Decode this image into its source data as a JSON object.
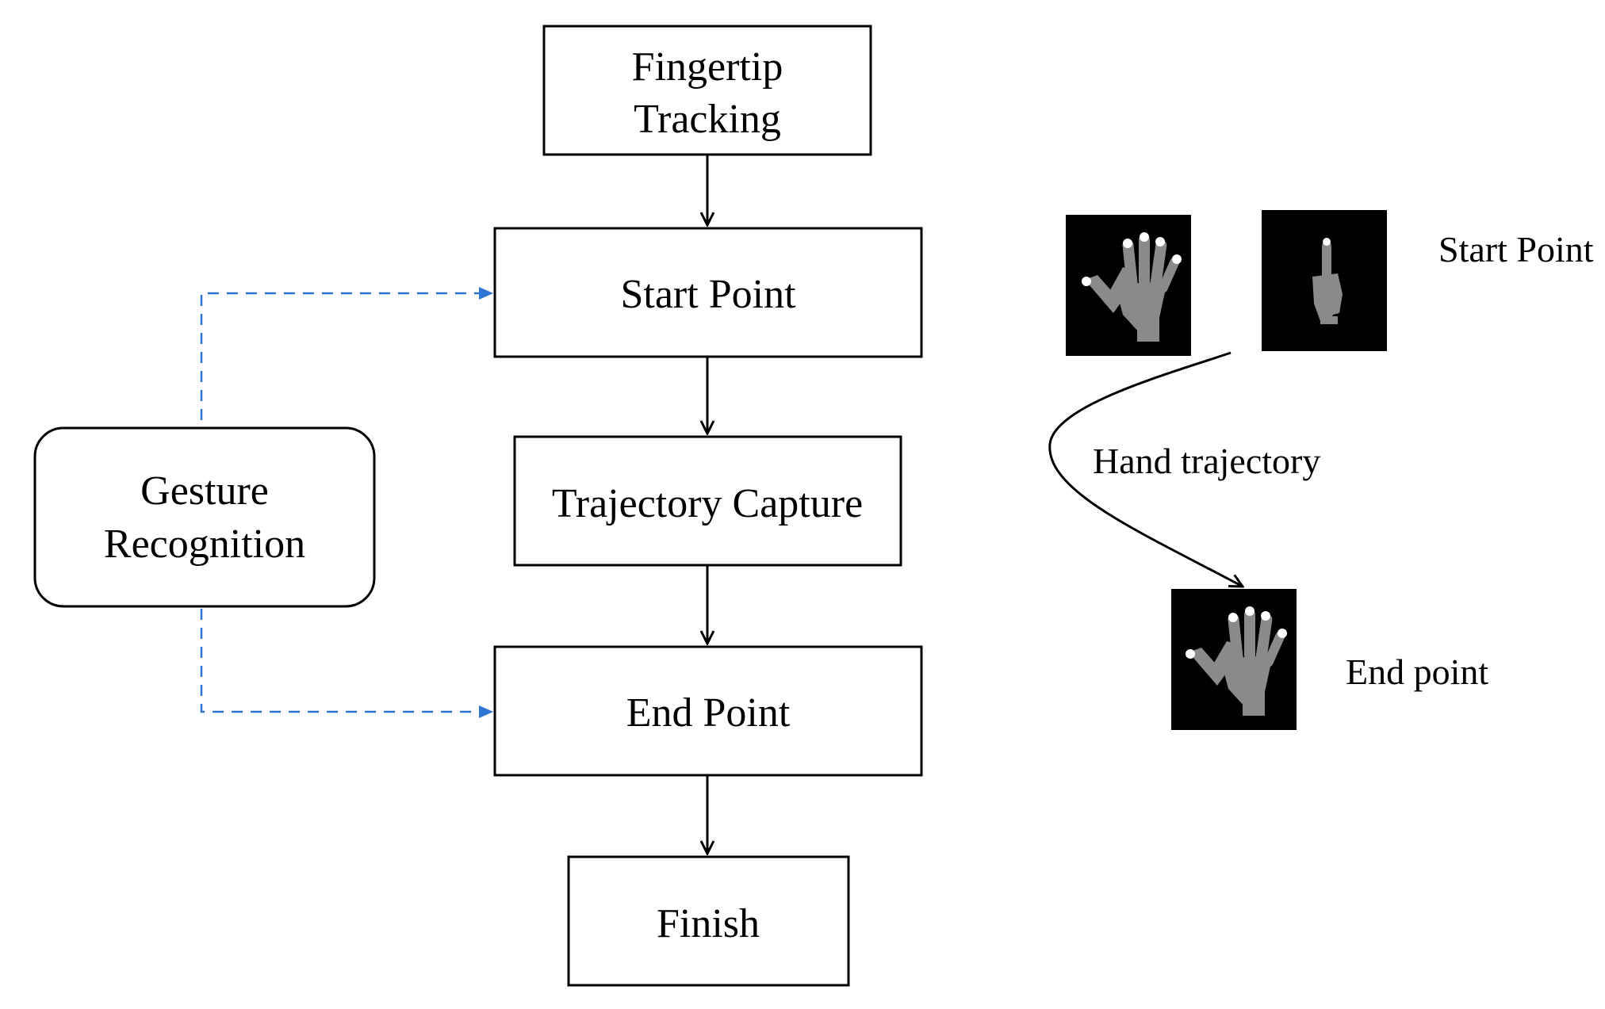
{
  "flow": {
    "fingertip_tracking": [
      "Fingertip",
      "Tracking"
    ],
    "start_point": "Start Point",
    "trajectory_capture": "Trajectory Capture",
    "end_point": "End Point",
    "finish": "Finish"
  },
  "side": {
    "gesture_recognition": [
      "Gesture",
      "Recognition"
    ]
  },
  "illustration": {
    "start_label": "Start Point",
    "trajectory_label": "Hand trajectory",
    "end_label": "End point"
  },
  "colors": {
    "stroke": "#000000",
    "dashed_arrow": "#2e75d6",
    "hand_bg": "#000000",
    "hand_fill": "#8a8a8a",
    "fingertip": "#ffffff"
  }
}
